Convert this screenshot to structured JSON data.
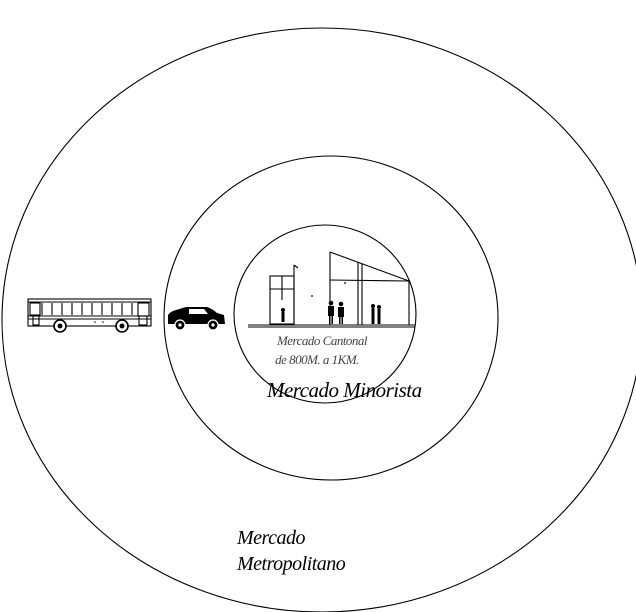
{
  "rings": {
    "inner": {
      "label_line1": "Mercado Cantonal",
      "label_line2": "de 800M. a  1KM."
    },
    "middle": {
      "label": "Mercado Minorista"
    },
    "outer": {
      "label_line1": "Mercado",
      "label_line2": "Metropolitano"
    }
  },
  "icons": {
    "building": "market-building-icon",
    "car": "car-icon",
    "bus": "bus-icon"
  },
  "colors": {
    "stroke": "#000000",
    "background": "#ffffff"
  }
}
